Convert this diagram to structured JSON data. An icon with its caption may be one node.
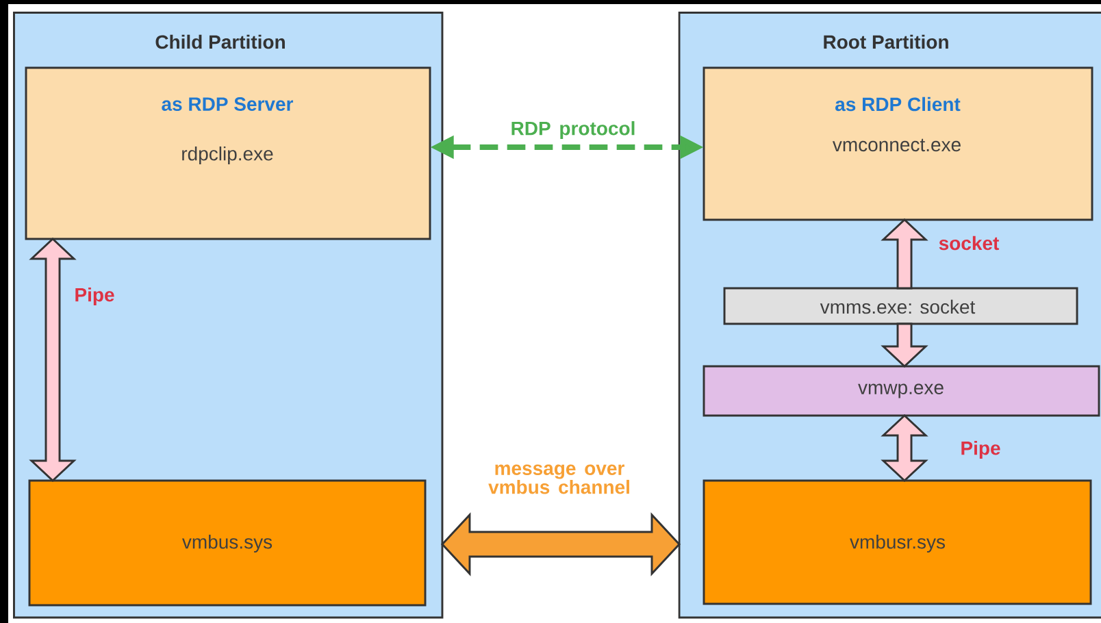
{
  "diagram": {
    "nodes": [
      {
        "text": [
          "Child Partition"
        ]
      },
      {
        "text": [
          "as RDP Server",
          "rdpclip.exe"
        ],
        "in": 0
      },
      {
        "text": [
          "vmbus.sys"
        ],
        "in": 0
      },
      {
        "text": [
          "Root Partition"
        ]
      },
      {
        "text": [
          "as RDP Client",
          "vmconnect.exe"
        ],
        "in": 3
      },
      {
        "text": [
          "vmms.exe: socket"
        ],
        "in": 3
      },
      {
        "text": [
          "vmwp.exe"
        ],
        "in": 3
      },
      {
        "text": [
          "vmbusr.sys"
        ],
        "in": 3
      }
    ],
    "edges": [
      {
        "from": 2,
        "to": 1,
        "arrow": "both",
        "label": "Pipe"
      },
      {
        "from": 5,
        "to": 4,
        "arrow": "to",
        "label": "socket"
      },
      {
        "from": 5,
        "to": 6,
        "arrow": "to"
      },
      {
        "from": 6,
        "to": 7,
        "arrow": "both",
        "label": "Pipe"
      },
      {
        "from": 1,
        "to": 4,
        "arrow": "both",
        "label": "RDP protocol",
        "style": "dashed",
        "color": "#4caf50"
      },
      {
        "from": 0,
        "to": 3,
        "arrow": "both",
        "label": "message over vmbus channel",
        "style": "thick",
        "color": "#f7a035"
      }
    ]
  }
}
